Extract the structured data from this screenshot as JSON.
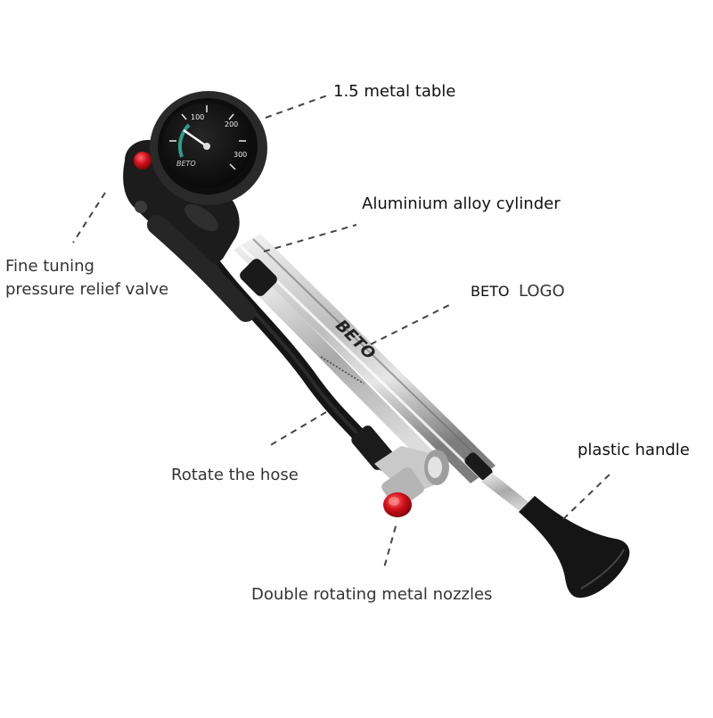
{
  "labels": {
    "metal_table": "1.5 metal table",
    "cylinder": "Aluminium alloy cylinder",
    "relief_valve_line1": "Fine tuning",
    "relief_valve_line2": "pressure relief valve",
    "beto": "BETO",
    "logo": "LOGO",
    "rotate_hose": "Rotate the hose",
    "plastic_handle": "plastic handle",
    "nozzles": "Double rotating metal nozzles"
  },
  "gauge": {
    "ticks": [
      "100",
      "200",
      "300"
    ],
    "brand": "BETO"
  },
  "pump": {
    "barrel_print": "BETO"
  },
  "colors": {
    "body": "#1c1c1c",
    "gauge_ring": "#2a2a2a",
    "gauge_face": "#101010",
    "cylinder_light": "#e8e8e8",
    "cylinder_dark": "#8a8a8a",
    "valve_red": "#c8141e",
    "nozzle_red": "#d0101a"
  }
}
